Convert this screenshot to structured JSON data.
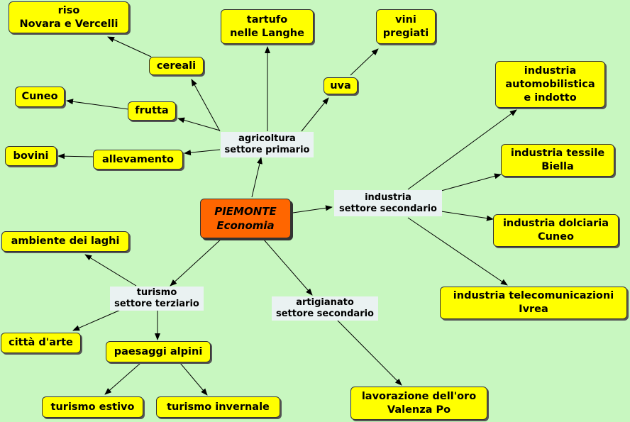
{
  "center": {
    "line1": "PIEMONTE",
    "line2": "Economia"
  },
  "sectors": {
    "agricoltura": "agricoltura\nsettore primario",
    "industria": "industria\nsettore secondario",
    "turismo": "turismo\nsettore terziario",
    "artigianato": "artigianato\nsettore secondario"
  },
  "nodes": {
    "riso": "riso\nNovara e Vercelli",
    "tartufo": "tartufo\nnelle Langhe",
    "vini": "vini\npregiati",
    "cereali": "cereali",
    "uva": "uva",
    "cuneo": "Cuneo",
    "frutta": "frutta",
    "bovini": "bovini",
    "allevamento": "allevamento",
    "ind_auto": "industria\nautomobilistica\ne indotto",
    "ind_tessile": "industria tessile\nBiella",
    "ind_dolciaria": "industria dolciaria\nCuneo",
    "ind_tlc": "industria telecomunicazioni\nIvrea",
    "laghi": "ambiente dei laghi",
    "citta": "città d'arte",
    "paesaggi": "paesaggi alpini",
    "estivo": "turismo estivo",
    "invernale": "turismo invernale",
    "oro": "lavorazione dell'oro\nValenza Po"
  }
}
